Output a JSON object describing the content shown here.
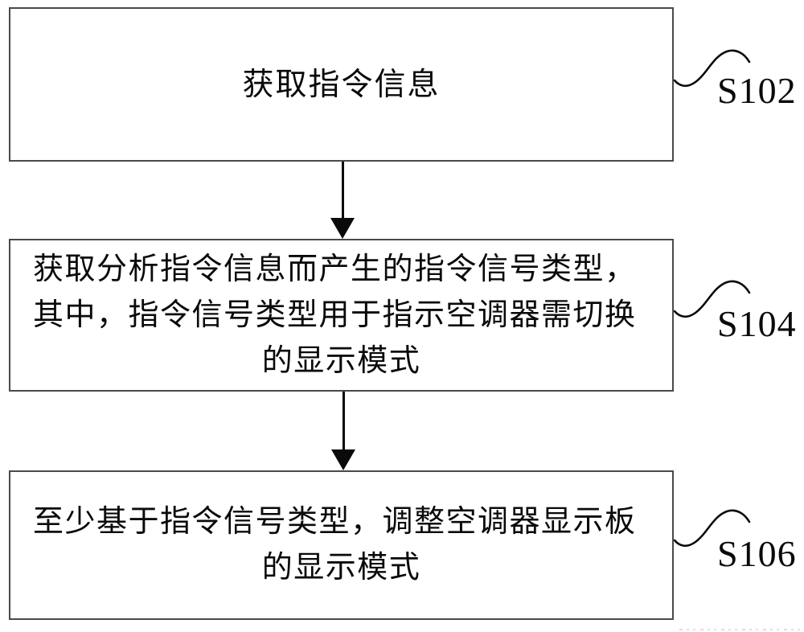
{
  "figure": {
    "type": "flowchart",
    "colors": {
      "background": "#ffffff",
      "box_border": "#4a4a4a",
      "line": "#0a0a0a",
      "text": "#0a0a0a"
    },
    "steps": [
      {
        "label": "S102",
        "lines": [
          "获取指令信息"
        ]
      },
      {
        "label": "S104",
        "lines": [
          "获取分析指令信息而产生的指令信号类型，",
          "其中，指令信号类型用于指示空调器需切换",
          "的显示模式"
        ]
      },
      {
        "label": "S106",
        "lines": [
          "至少基于指令信号类型，调整空调器显示板",
          "的显示模式"
        ]
      }
    ],
    "connectors": [
      {
        "from": "S102",
        "to": "S104",
        "type": "arrow-down"
      },
      {
        "from": "S104",
        "to": "S106",
        "type": "arrow-down"
      }
    ]
  }
}
